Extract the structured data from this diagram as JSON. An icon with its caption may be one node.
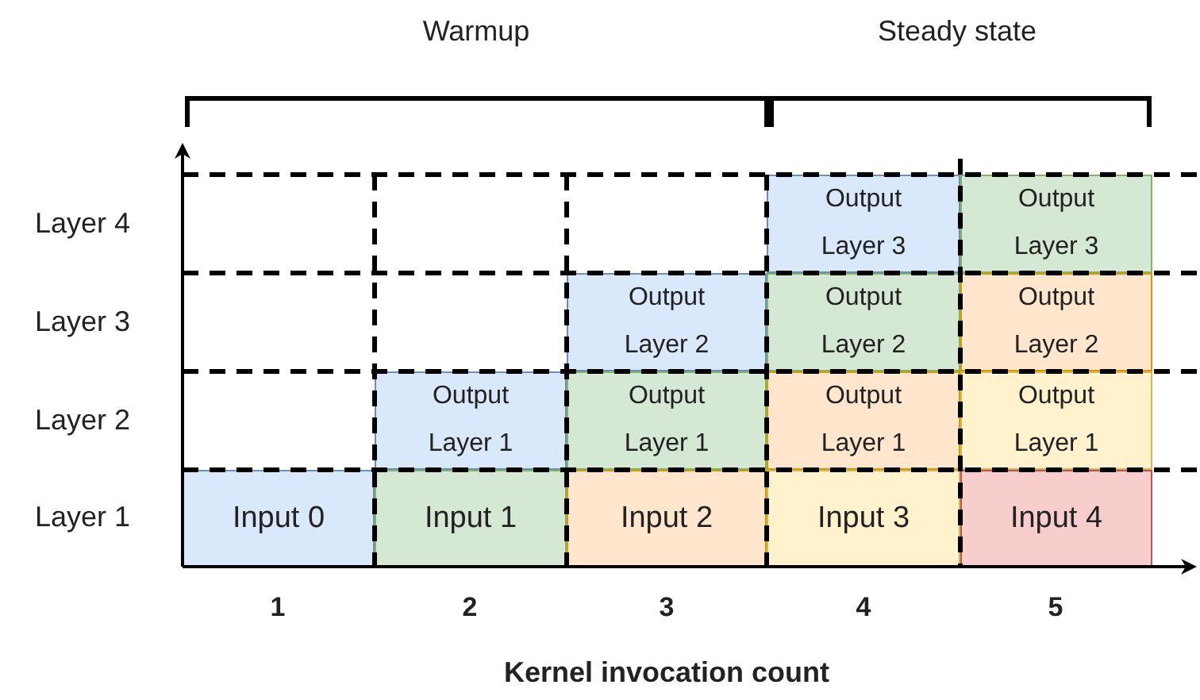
{
  "diagram": {
    "nodes": [
      {
        "text": [
          "Output Layer 3"
        ]
      },
      {
        "text": [
          "Output Layer 3"
        ]
      },
      {
        "text": [
          "Output Layer 2"
        ]
      },
      {
        "text": [
          "Output Layer 2"
        ]
      },
      {
        "text": [
          "Output Layer 2"
        ]
      },
      {
        "text": [
          "Output Layer 1"
        ]
      },
      {
        "text": [
          "Output Layer 1"
        ]
      },
      {
        "text": [
          "Output Layer 1"
        ]
      },
      {
        "text": [
          "Output Layer 1"
        ]
      },
      {
        "text": [
          "Input 0"
        ]
      },
      {
        "text": [
          "Input 1"
        ]
      },
      {
        "text": [
          "Input 2"
        ]
      },
      {
        "text": [
          "Input 3"
        ]
      },
      {
        "text": [
          "Input 4"
        ]
      }
    ],
    "labels": [
      "Warmup",
      "Steady state",
      "Layer 4",
      "Layer 3",
      "Layer 2",
      "Layer 1",
      "1",
      "2",
      "3",
      "4",
      "5",
      "Kernel invocation count"
    ]
  }
}
